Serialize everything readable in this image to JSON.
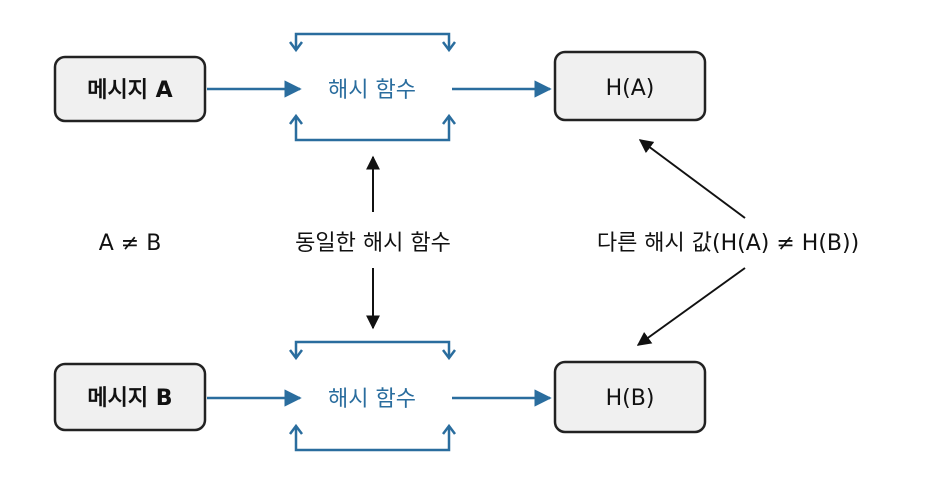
{
  "row_a": {
    "message": "메시지 A",
    "function": "해시 함수",
    "output": "H(A)"
  },
  "row_b": {
    "message": "메시지 B",
    "function": "해시 함수",
    "output": "H(B)"
  },
  "labels": {
    "not_equal": "A ≠ B",
    "same_function": "동일한 해시 함수",
    "different_values": "다른 해시 값(H(A) ≠ H(B))"
  },
  "colors": {
    "box_fill": "#f0f0f0",
    "box_stroke": "#222222",
    "blue": "#2a6d9e",
    "text": "#111111"
  }
}
